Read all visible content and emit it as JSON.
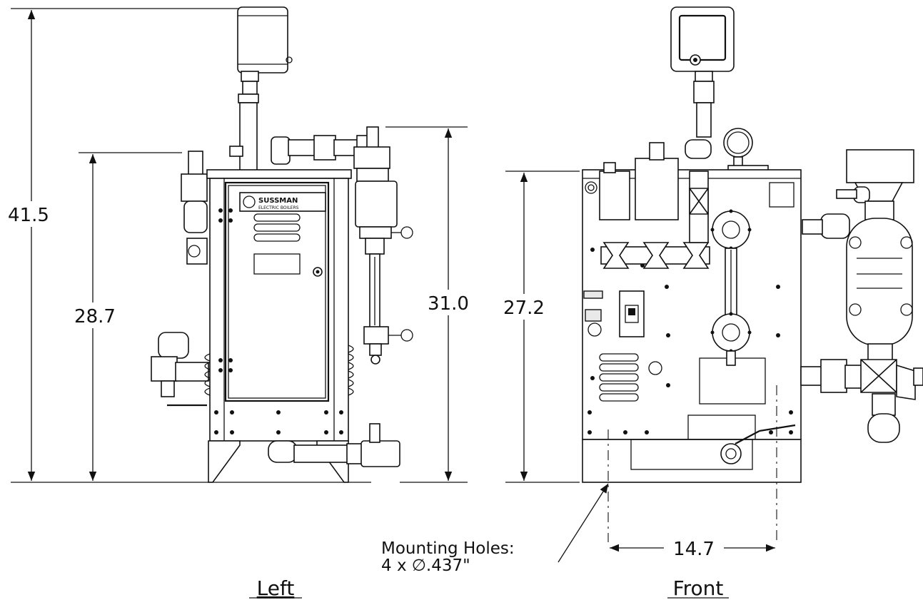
{
  "views": {
    "left": {
      "label": "Left"
    },
    "front": {
      "label": "Front"
    }
  },
  "dimensions": {
    "overall_height": "41.5",
    "left_tank_height": "28.7",
    "left_fill_height": "31.0",
    "front_tank_height": "27.2",
    "front_hole_spacing": "14.7"
  },
  "note": {
    "line1": "Mounting Holes:",
    "line2": "4 x ∅.437\""
  },
  "nameplate": {
    "brand": "SUSSMAN",
    "subtitle": "ELECTRIC BOILERS"
  }
}
